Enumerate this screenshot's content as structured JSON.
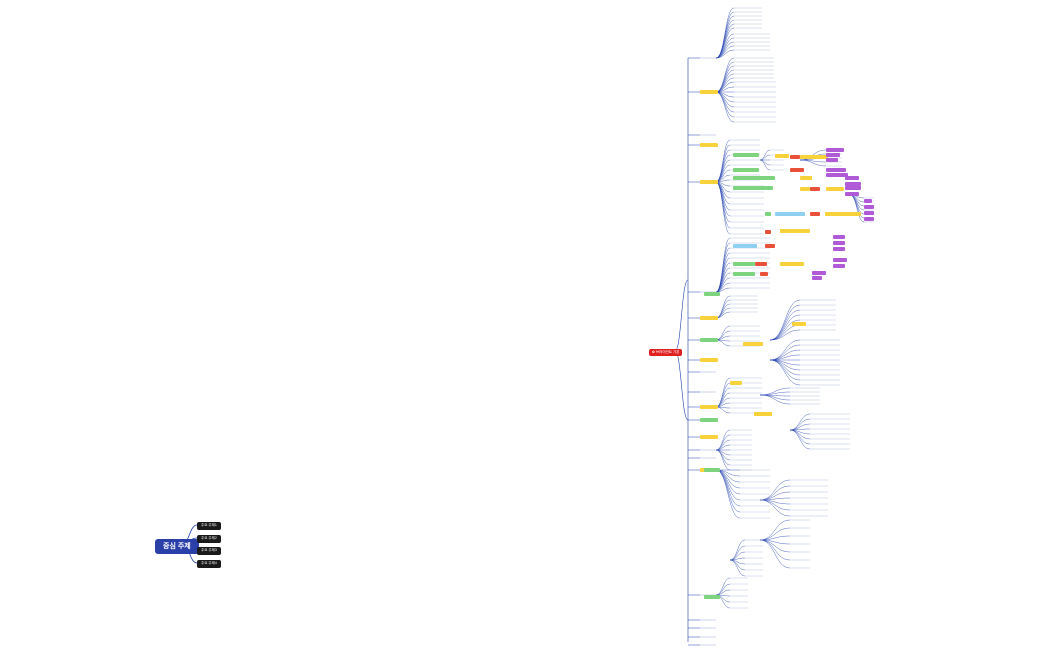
{
  "central_topic": "중심 주제",
  "subtopics": [
    "주요 주제1",
    "주요 주제2",
    "주요 주제3",
    "주요 주제4"
  ],
  "root_label": "✿ 브라이언트 기본",
  "colors": {
    "central": "#2a3fa8",
    "sub": "#1a1a1a",
    "root": "#e02020",
    "trunk": "#1f3fb0",
    "yellow": "#f7d23a",
    "green": "#7ed47e",
    "purple": "#b05ad8",
    "red": "#e8503a",
    "blue": "#8fd0f0"
  }
}
